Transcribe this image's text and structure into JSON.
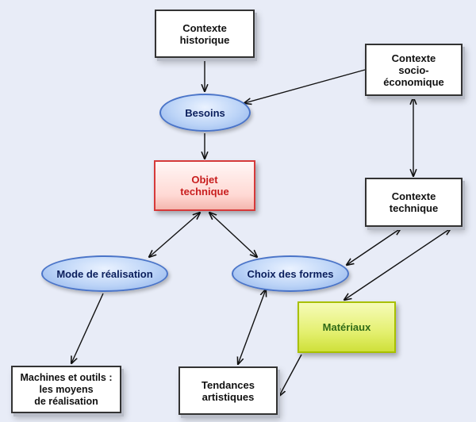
{
  "nodes": {
    "contexte_historique": "Contexte\nhistorique",
    "contexte_socio": "Contexte\nsocio-\néconomique",
    "besoins": "Besoins",
    "objet_technique": "Objet\ntechnique",
    "contexte_technique": "Contexte\ntechnique",
    "mode_realisation": "Mode de réalisation",
    "choix_formes": "Choix des formes",
    "materiaux": "Matériaux",
    "machines_outils": "Machines et outils :\nles moyens\nde réalisation",
    "tendances": "Tendances\nartistiques"
  },
  "colors": {
    "background": "#e8ecf7",
    "ellipse_border": "#4a74c8",
    "objet_text": "#c81e1e",
    "materiaux_fill": "#e4f070",
    "materiaux_text": "#2f6a16"
  }
}
